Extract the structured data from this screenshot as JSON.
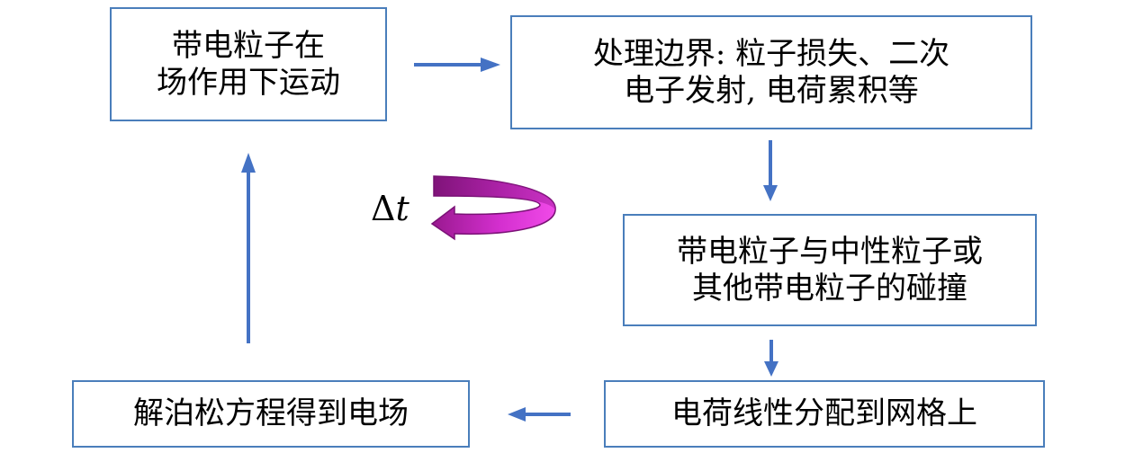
{
  "colors": {
    "arrow": "#4472c4",
    "box_border": "#4a7ebb",
    "cycle_arrow": "#cc33cc"
  },
  "boxes": {
    "move": "带电粒子在\n场作用下运动",
    "boundary": "处理边界: 粒子损失、二次\n电子发射, 电荷累积等",
    "collision": "带电粒子与中性粒子或\n其他带电粒子的碰撞",
    "deposit": "电荷线性分配到网格上",
    "poisson": "解泊松方程得到电场"
  },
  "cycle": {
    "delta": "Δ",
    "t": "t"
  }
}
